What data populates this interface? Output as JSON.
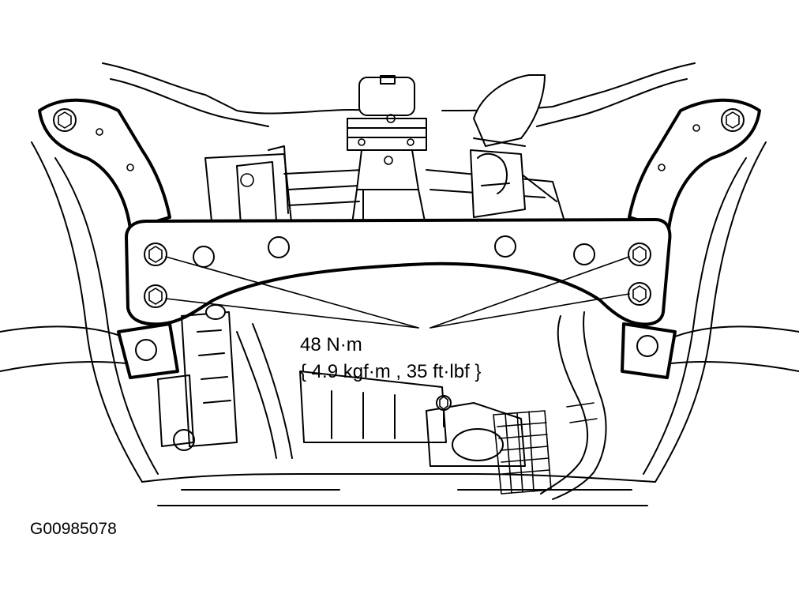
{
  "torque": {
    "value": "48 N·m",
    "conversion": "{ 4.9 kgf·m , 35 ft·lbf }"
  },
  "figure_id": "G00985078",
  "icons": [
    "bolt-icon",
    "mounting-hole-icon",
    "drain-plug-icon"
  ],
  "colors": {
    "line": "#000000",
    "background": "#ffffff"
  }
}
